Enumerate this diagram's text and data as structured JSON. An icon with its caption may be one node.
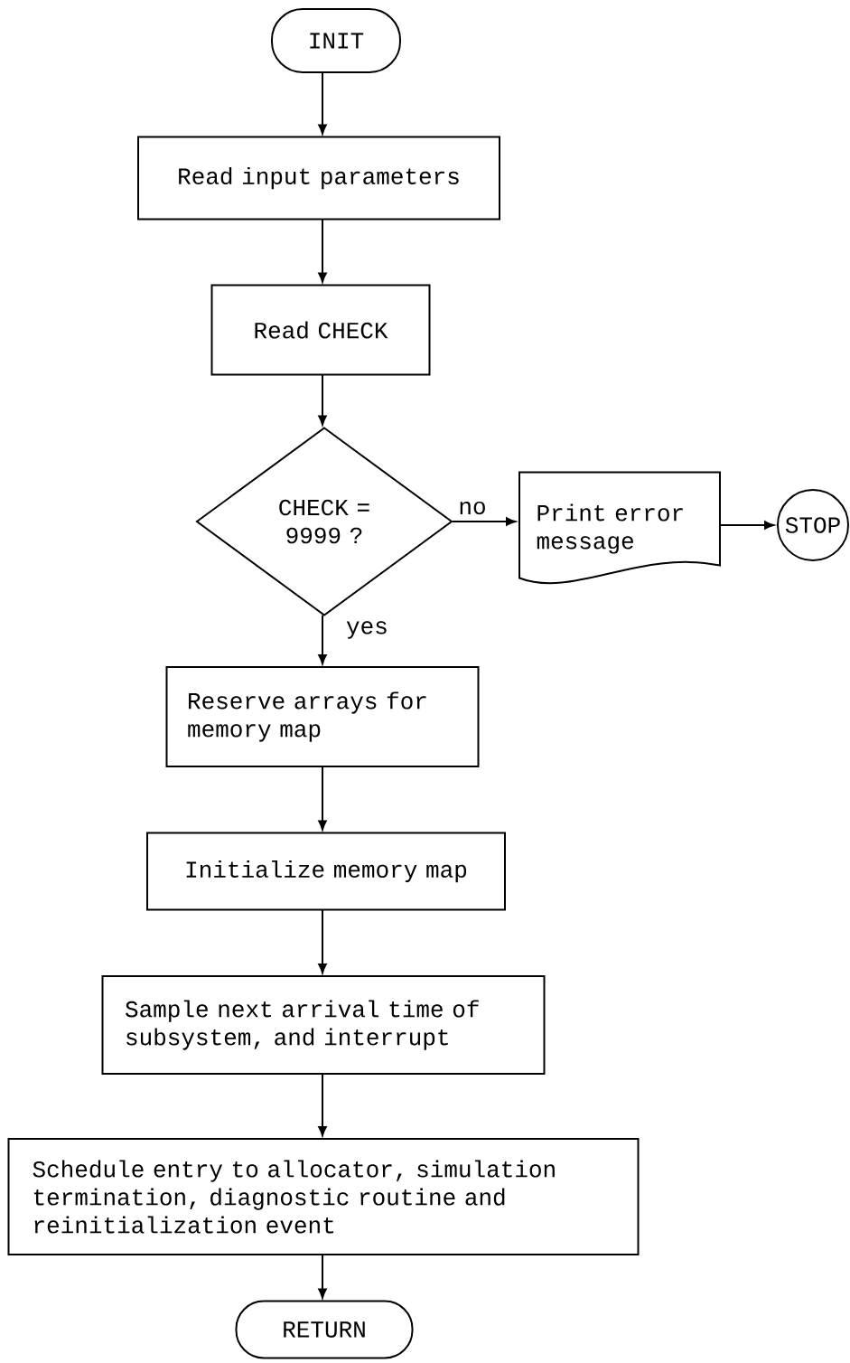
{
  "diagram": {
    "nodes": [
      {
        "text": [
          "INIT"
        ]
      },
      {
        "text": [
          "Read input parameters"
        ]
      },
      {
        "text": [
          "Read CHECK"
        ]
      },
      {
        "text": [
          "CHECK = 9999 ?"
        ]
      },
      {
        "text": [
          "Print error message"
        ]
      },
      {
        "text": [
          "STOP"
        ]
      },
      {
        "text": [
          "Reserve arrays for memory map"
        ]
      },
      {
        "text": [
          "Initialize memory map"
        ]
      },
      {
        "text": [
          "Sample next arrival time of subsystem, and interrupt"
        ]
      },
      {
        "text": [
          "Schedule entry to allocator, simulation termination, diagnostic routine and reinitialization event"
        ]
      },
      {
        "text": [
          "RETURN"
        ]
      }
    ],
    "edges": [
      {
        "from": 0,
        "to": 1,
        "arrow": "to"
      },
      {
        "from": 1,
        "to": 2,
        "arrow": "to"
      },
      {
        "from": 2,
        "to": 3,
        "arrow": "to"
      },
      {
        "from": 3,
        "to": 4,
        "arrow": "to",
        "label": "no"
      },
      {
        "from": 4,
        "to": 5,
        "arrow": "to"
      },
      {
        "from": 3,
        "to": 6,
        "arrow": "to",
        "label": "yes"
      },
      {
        "from": 6,
        "to": 7,
        "arrow": "to"
      },
      {
        "from": 7,
        "to": 8,
        "arrow": "to"
      },
      {
        "from": 8,
        "to": 9,
        "arrow": "to"
      },
      {
        "from": 9,
        "to": 10,
        "arrow": "to"
      }
    ]
  }
}
